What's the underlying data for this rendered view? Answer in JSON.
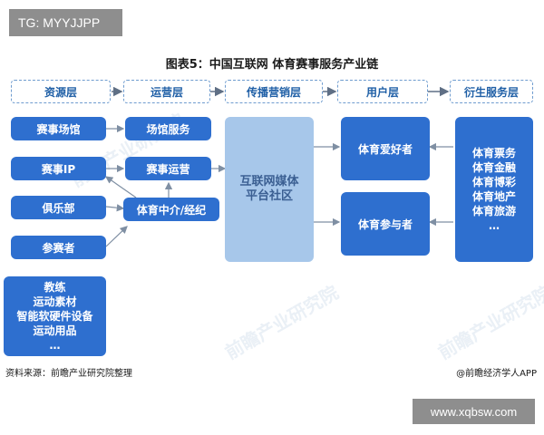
{
  "tag_text": "TG: MYYJJPP",
  "title": "图表5：中国互联网 体育赛事服务产业链",
  "layers": [
    "资源层",
    "运营层",
    "传播营销层",
    "用户层",
    "衍生服务层"
  ],
  "resources": [
    "赛事场馆",
    "赛事IP",
    "俱乐部",
    "参赛者"
  ],
  "resources_misc": [
    "教练",
    "运动素材",
    "智能软硬件设备",
    "运动用品",
    "…"
  ],
  "operations": [
    "场馆服务",
    "赛事运营",
    "体育中介/经纪"
  ],
  "platform": [
    "互联网媒体",
    "平台社区"
  ],
  "users": [
    "体育爱好者",
    "体育参与者"
  ],
  "derivatives": [
    "体育票务",
    "体育金融",
    "体育博彩",
    "体育地产",
    "体育旅游",
    "…"
  ],
  "watermark": "前瞻产业研究院",
  "source": "资料来源：前瞻产业研究院整理",
  "credit": "@前瞻经济学人APP",
  "site": "www.xqbsw.com",
  "colors": {
    "box": "#2e6fcf",
    "platform": "#a7c7ea",
    "layer_border": "#6f9ccf",
    "layer_text": "#1f5fa6"
  }
}
